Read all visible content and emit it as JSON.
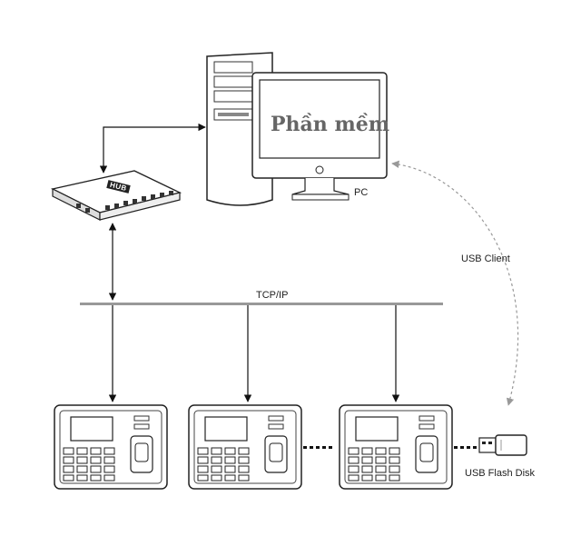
{
  "pc": {
    "screen_text": "Phần mềm",
    "label": "PC"
  },
  "hub": {
    "label": "HUB"
  },
  "network": {
    "bus_label": "TCP/IP"
  },
  "usb": {
    "client_label": "USB Client",
    "disk_label": "USB Flash Disk"
  },
  "devices": {
    "count_shown": 3
  }
}
